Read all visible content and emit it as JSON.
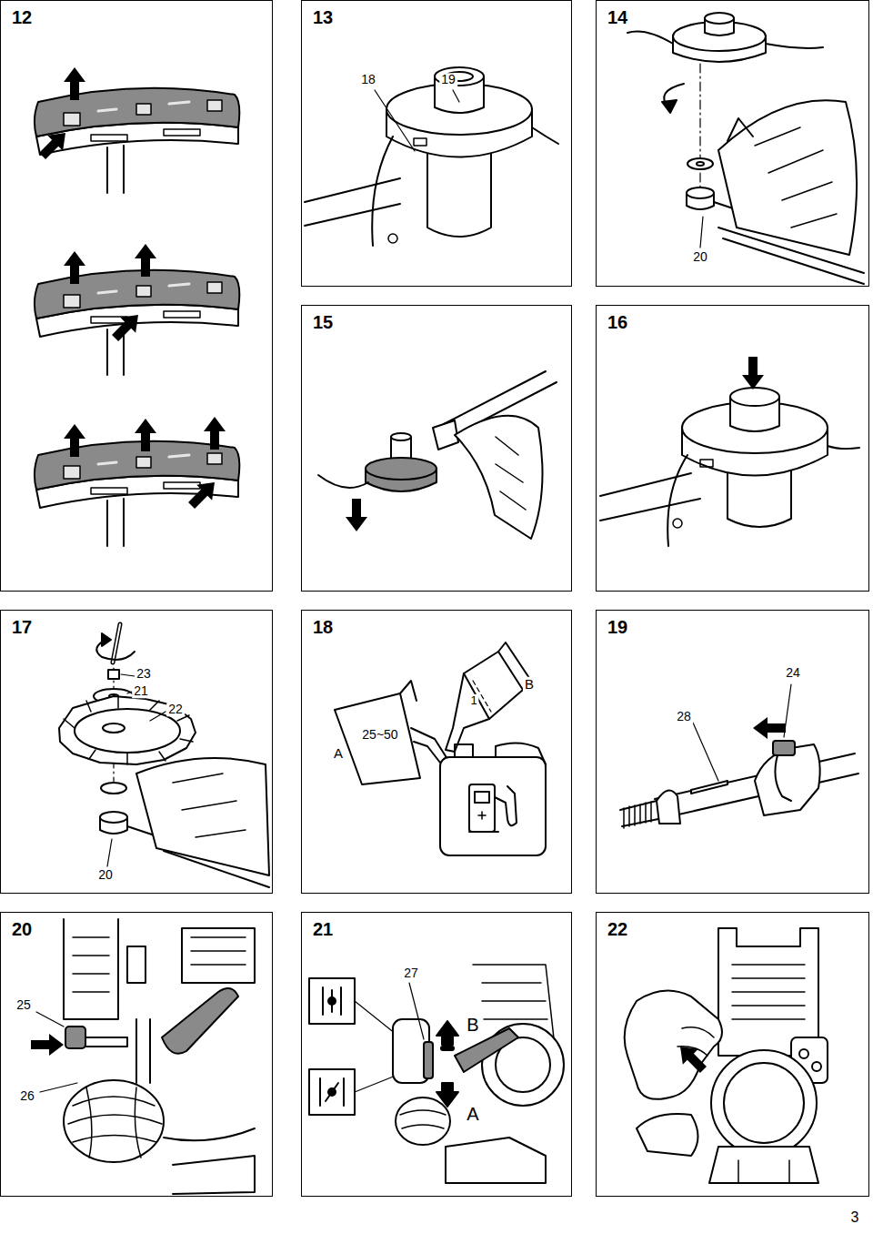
{
  "diagram": {
    "nodes": [
      {
        "text": [
          "12"
        ]
      },
      {
        "text": [
          "13"
        ]
      },
      {
        "text": [
          "14"
        ]
      },
      {
        "text": [
          "15"
        ]
      },
      {
        "text": [
          "16"
        ]
      },
      {
        "text": [
          "17"
        ]
      },
      {
        "text": [
          "18"
        ]
      },
      {
        "text": [
          "19"
        ]
      },
      {
        "text": [
          "20"
        ]
      },
      {
        "text": [
          "21"
        ]
      },
      {
        "text": [
          "22"
        ]
      }
    ],
    "labels": [
      "18",
      "19",
      "20",
      "23",
      "21",
      "22",
      "20",
      "25~50",
      "A",
      "B",
      "1",
      "24",
      "28",
      "25",
      "26",
      "27",
      "B",
      "A",
      "3"
    ]
  }
}
